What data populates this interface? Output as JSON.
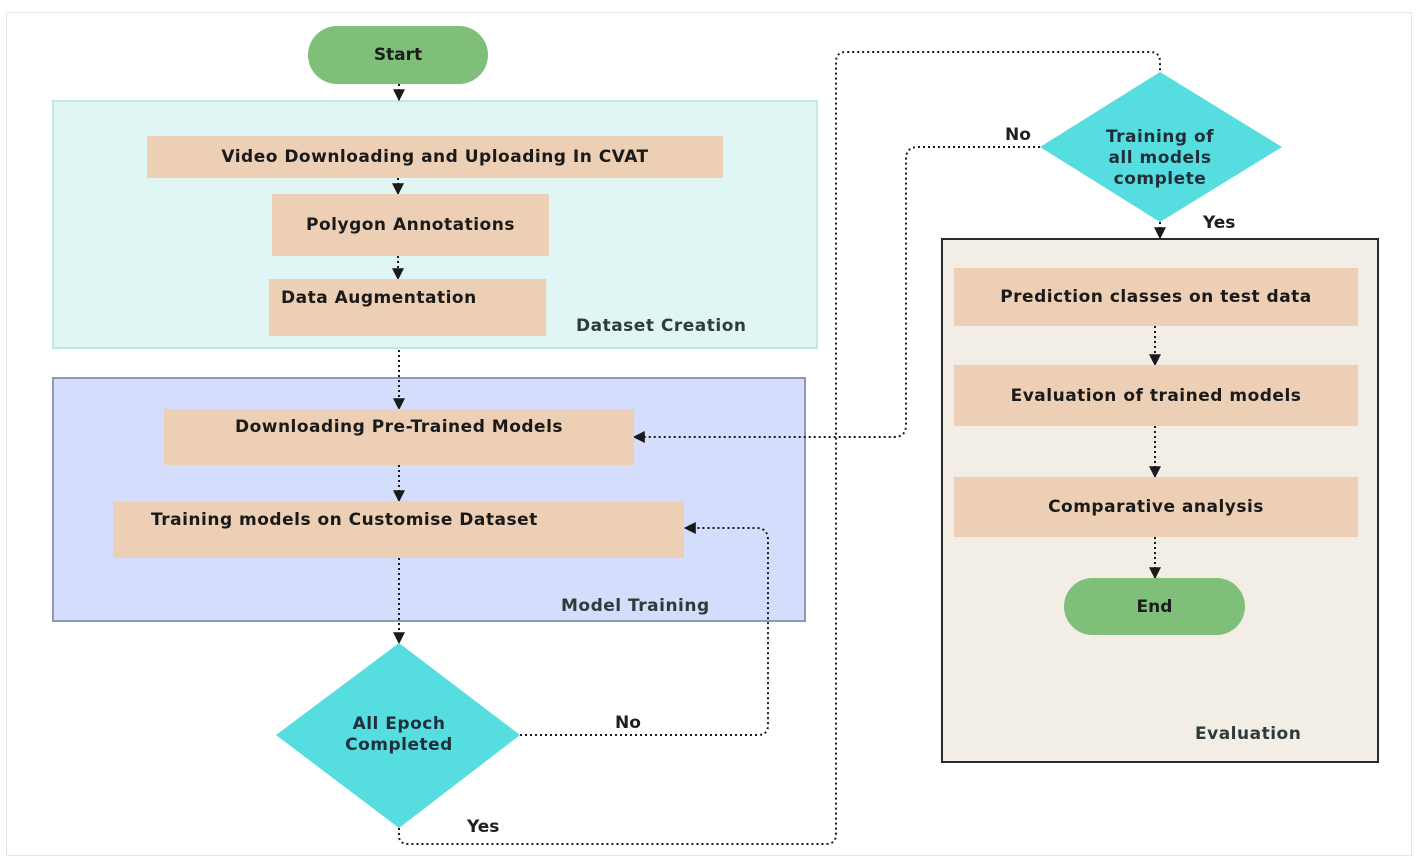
{
  "start_label": "Start",
  "end_label": "End",
  "groups": {
    "dataset": "Dataset Creation",
    "model": "Model Training",
    "evaluation": "Evaluation"
  },
  "steps": {
    "video": "Video Downloading and Uploading In CVAT",
    "polygon": "Polygon Annotations",
    "augment": "Data Augmentation",
    "pretrained": "Downloading Pre-Trained Models",
    "training": "Training models on Customise Dataset",
    "prediction": "Prediction classes on test data",
    "evaluation": "Evaluation of trained models",
    "comparative": "Comparative analysis"
  },
  "decisions": {
    "epoch": [
      "All Epoch",
      "Completed"
    ],
    "all_models": [
      "Training of",
      "all models",
      "complete"
    ]
  },
  "edge_labels": {
    "epoch_no": "No",
    "epoch_yes": "Yes",
    "models_no": "No",
    "models_yes": "Yes"
  },
  "colors": {
    "process": "#eccfb4",
    "terminal": "#7fbf7a",
    "decision": "#56dde0",
    "dataset_group": "#e0f6f5",
    "model_group": "#d4ddfb",
    "evaluation_group": "#f2eee6"
  }
}
